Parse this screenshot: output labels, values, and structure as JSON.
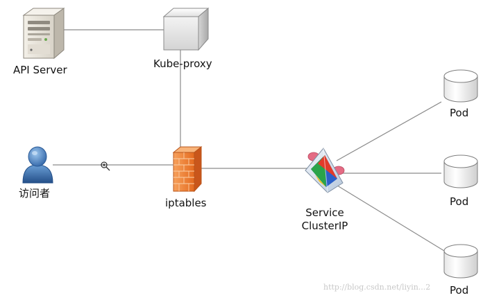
{
  "nodes": {
    "api_server": {
      "label": "API Server",
      "icon": "server-icon"
    },
    "kube_proxy": {
      "label": "Kube-proxy",
      "icon": "box-icon"
    },
    "visitor": {
      "label": "访问者",
      "icon": "user-icon"
    },
    "iptables": {
      "label": "iptables",
      "icon": "firewall-icon"
    },
    "service": {
      "label_line1": "Service",
      "label_line2": "ClusterIP",
      "icon": "service-prism-icon"
    },
    "pods": [
      {
        "label": "Pod",
        "icon": "database-icon"
      },
      {
        "label": "Pod",
        "icon": "database-icon"
      },
      {
        "label": "Pod",
        "icon": "database-icon"
      }
    ]
  },
  "watermark": "http://blog.csdn.net/liyin...2",
  "colors": {
    "line": "#8a8a8a",
    "firewall": "#f0782a",
    "user": "#3f78b9",
    "server": "#e6e2da",
    "proxy_box": "#dcdcdc",
    "pod": "#f2f2f2"
  }
}
